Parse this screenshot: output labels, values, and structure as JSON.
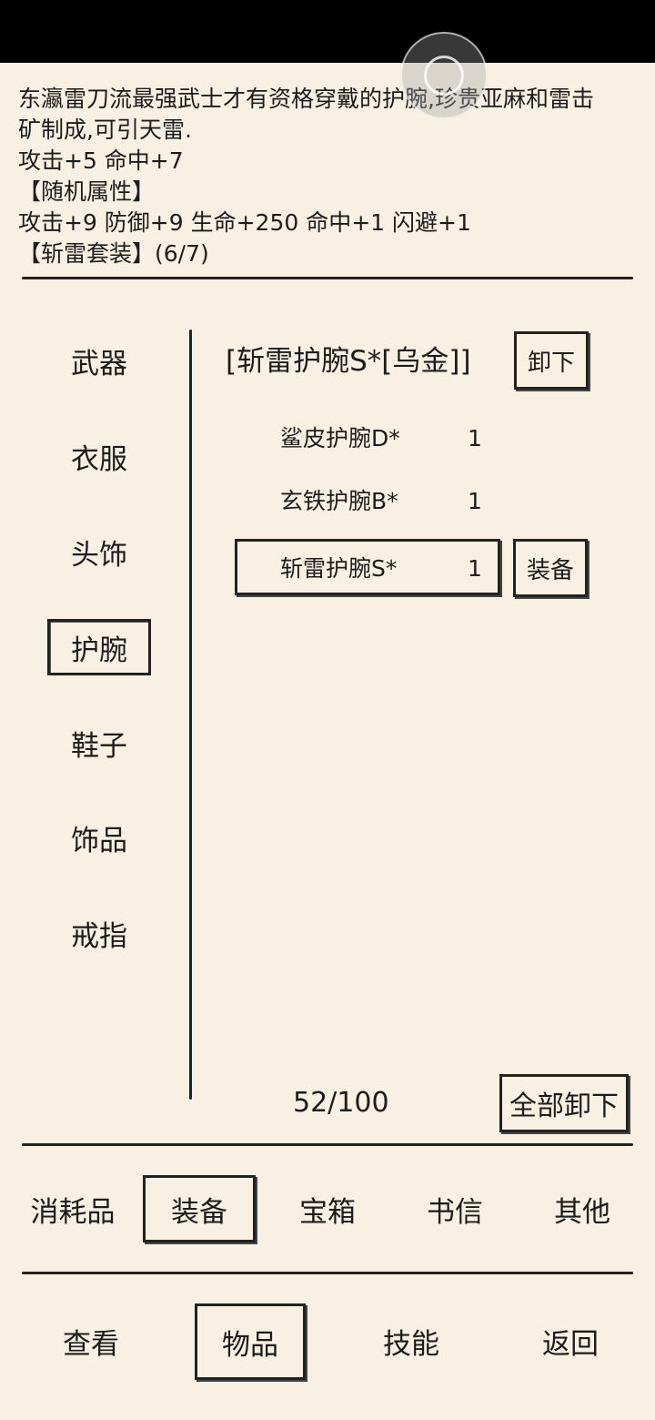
{
  "item_description": {
    "lines": [
      "东瀛雷刀流最强武士才有资格穿戴的护腕,珍贵亚麻和雷击",
      "矿制成,可引天雷.",
      "攻击+5 命中+7",
      "【随机属性】",
      "攻击+9 防御+9 生命+250 命中+1 闪避+1",
      "【斩雷套装】(6/7)"
    ]
  },
  "categories": [
    "武器",
    "衣服",
    "头饰",
    "护腕",
    "鞋子",
    "饰品",
    "戒指"
  ],
  "selected_category": "护腕",
  "equipped": {
    "name": "[斩雷护腕S*[乌金]]",
    "unequip_label": "卸下"
  },
  "items": [
    {
      "name": "鲨皮护腕D*",
      "qty": "1"
    },
    {
      "name": "玄铁护腕B*",
      "qty": "1"
    },
    {
      "name": "斩雷护腕S*",
      "qty": "1"
    }
  ],
  "equip_label": "装备",
  "capacity": "52/100",
  "unequip_all_label": "全部卸下",
  "inventory_tabs": [
    "消耗品",
    "装备",
    "宝箱",
    "书信",
    "其他"
  ],
  "selected_inventory_tab": "装备",
  "bottom_nav": [
    "查看",
    "物品",
    "技能",
    "返回"
  ],
  "selected_bottom_nav": "物品"
}
